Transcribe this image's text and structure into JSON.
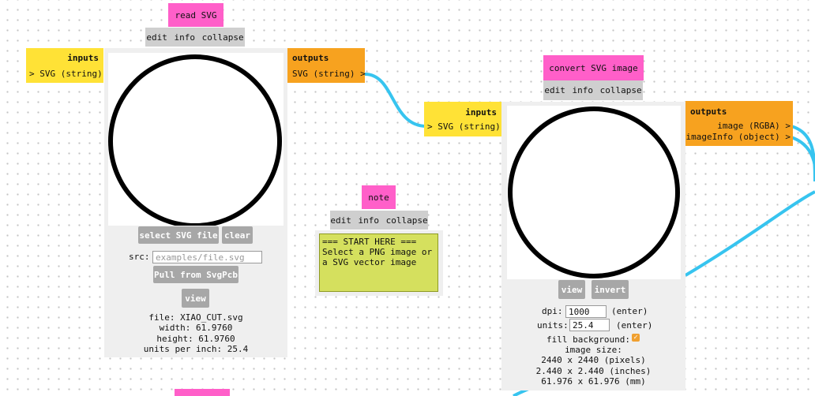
{
  "colors": {
    "title": "#ff5fc9",
    "inputs": "#ffe236",
    "outputs": "#f7a21f",
    "wire": "#37c4ef",
    "note": "#d5e05e"
  },
  "read_svg": {
    "title": "read SVG",
    "bar": [
      "edit",
      "info",
      "collapse"
    ],
    "inputs_header": "inputs",
    "input_port": "> SVG (string)",
    "outputs_header": "outputs",
    "output_port": "SVG (string) >",
    "select_label": "select SVG file",
    "clear_label": "clear",
    "src_label": "src:",
    "src_placeholder": "examples/file.svg",
    "pull_label": "Pull from SvgPcb",
    "view_label": "view",
    "file_line": "file: XIAO_CUT.svg",
    "width_line": "width: 61.9760",
    "height_line": "height: 61.9760",
    "units_line": "units per inch: 25.4"
  },
  "note": {
    "title": "note",
    "bar": [
      "edit",
      "info",
      "collapse"
    ],
    "text": "=== START HERE ===\nSelect a PNG image or\na SVG vector image"
  },
  "convert": {
    "title": "convert SVG image",
    "bar": [
      "edit",
      "info",
      "collapse"
    ],
    "inputs_header": "inputs",
    "input_port": "> SVG (string)",
    "outputs_header": "outputs",
    "output_ports": [
      "image (RGBA) >",
      "imageInfo (object) >"
    ],
    "view_label": "view",
    "invert_label": "invert",
    "dpi_label": "dpi:",
    "dpi_value": "1000",
    "dpi_hint": "(enter)",
    "units_label": "units:",
    "units_value": "25.4",
    "units_hint": "(enter)",
    "fill_label": "fill background:",
    "size_header": "image size:",
    "size_pixels": "2440 x 2440 (pixels)",
    "size_inches": "2.440 x 2.440 (inches)",
    "size_mm": "61.976 x 61.976 (mm)"
  }
}
